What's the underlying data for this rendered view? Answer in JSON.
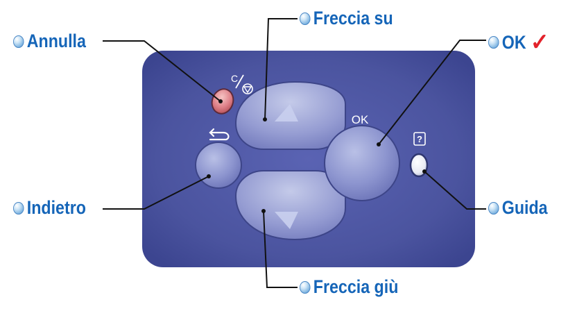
{
  "labels": {
    "cancel": "Annulla",
    "up": "Freccia su",
    "ok": "OK",
    "ok_check": "✓",
    "back": "Indietro",
    "help": "Guida",
    "down": "Freccia giù"
  },
  "panel": {
    "cancel_symbol_c": "C",
    "ok_text": "OK",
    "help_symbol": "?"
  },
  "colors": {
    "label_blue": "#1565b8",
    "panel_blue": "#4e57a6",
    "cancel_red": "#d9747c",
    "check_red": "#e3222b"
  }
}
